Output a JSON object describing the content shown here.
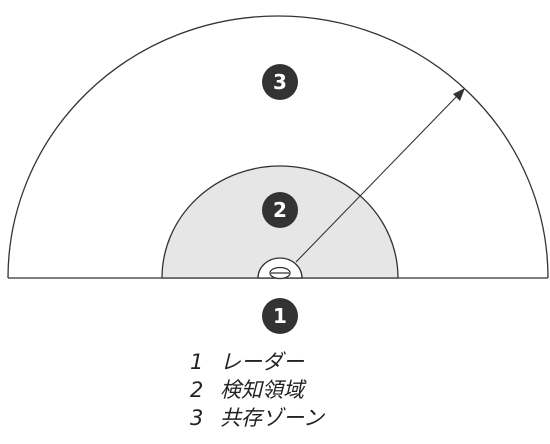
{
  "markers": {
    "radar": "1",
    "detection_area": "2",
    "coexistence_zone": "3"
  },
  "legend": [
    {
      "number": "1",
      "label": "レーダー"
    },
    {
      "number": "2",
      "label": "検知領域"
    },
    {
      "number": "3",
      "label": "共存ゾーン"
    }
  ],
  "colors": {
    "detection_area_fill": "#e6e6e6",
    "outline": "#333333",
    "marker_fill": "#333333",
    "marker_text": "#ffffff"
  },
  "icons": {
    "radar_device": "radar-device-icon",
    "direction_arrow": "range-arrow-icon"
  }
}
